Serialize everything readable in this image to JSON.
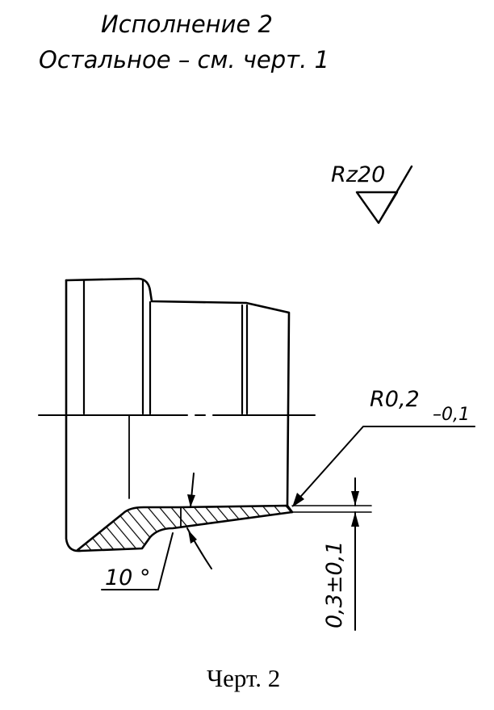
{
  "header": {
    "line1": "Исполнение 2",
    "line2": "Остальное – см. черт. 1"
  },
  "roughness": {
    "label": "Rz20"
  },
  "radius_callout": {
    "value": "R0,2",
    "tolerance": "–0,1"
  },
  "angle_callout": {
    "value": "10 °"
  },
  "depth_callout": {
    "value": "0,3±0,1"
  },
  "caption": {
    "text": "Черт. 2"
  }
}
